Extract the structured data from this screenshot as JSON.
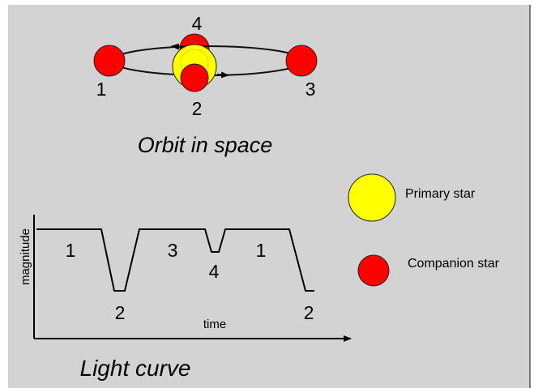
{
  "colors": {
    "background": "#d3d3d3",
    "primary_star": "#ffff00",
    "companion_star": "#ff0000",
    "line": "#000000"
  },
  "orbit": {
    "caption": "Orbit in space",
    "position_labels": {
      "p1": "1",
      "p2": "2",
      "p3": "3",
      "p4": "4"
    }
  },
  "legend": {
    "primary_label": "Primary star",
    "companion_label": "Companion star",
    "primary_icon": "yellow-circle",
    "companion_icon": "red-circle"
  },
  "light_curve": {
    "caption": "Light curve",
    "y_axis_label": "magnitude",
    "x_axis_label": "time",
    "segment_labels": {
      "s1": "1",
      "s2": "2",
      "s3": "3",
      "s4": "4",
      "s5": "1",
      "s6": "2"
    }
  }
}
